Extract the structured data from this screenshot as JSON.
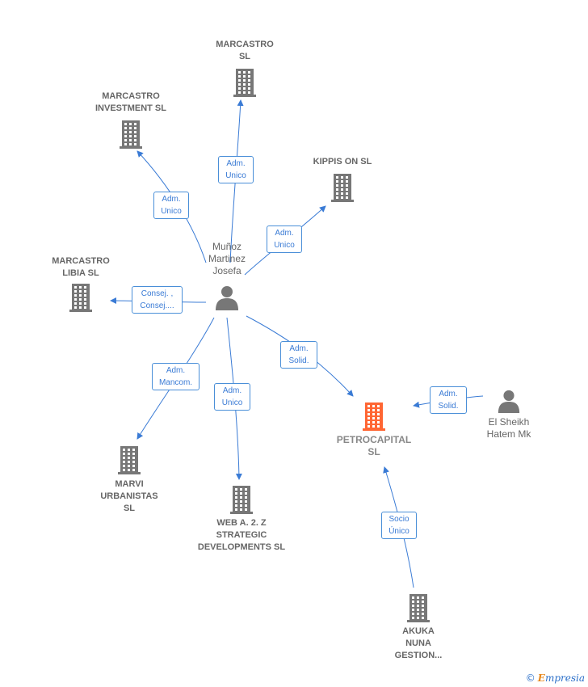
{
  "colors": {
    "edge": "#3a7bd5",
    "building": "#777777",
    "main_building": "#ff6633",
    "person": "#777777"
  },
  "center_person": {
    "label": "Muñoz\nMartinez\nJosefa",
    "icon": "person-icon"
  },
  "companies": [
    {
      "id": "marcastro-sl",
      "label": "MARCASTRO\nSL",
      "icon": "building-icon"
    },
    {
      "id": "marcastro-investment",
      "label": "MARCASTRO\nINVESTMENT SL",
      "icon": "building-icon"
    },
    {
      "id": "kippis-on",
      "label": "KIPPIS ON SL",
      "icon": "building-icon"
    },
    {
      "id": "marcastro-libia",
      "label": "MARCASTRO\nLIBIA SL",
      "icon": "building-icon"
    },
    {
      "id": "marvi",
      "label": "MARVI\nURBANISTAS\nSL",
      "icon": "building-icon"
    },
    {
      "id": "web-a2z",
      "label": "WEB A.  2. Z\nSTRATEGIC\nDEVELOPMENTS SL",
      "icon": "building-icon"
    },
    {
      "id": "petrocapital",
      "label": "PETROCAPITAL\nSL",
      "icon": "building-icon"
    },
    {
      "id": "akuka",
      "label": "AKUKA\nNUNA\nGESTION...",
      "icon": "building-icon"
    }
  ],
  "other_person": {
    "label": "El Sheikh\nHatem Mk",
    "icon": "person-icon"
  },
  "relations": [
    {
      "id": "r-marcastro-sl",
      "label": "Adm.\nUnico"
    },
    {
      "id": "r-marcastro-inv",
      "label": "Adm.\nUnico"
    },
    {
      "id": "r-kippis",
      "label": "Adm.\nUnico"
    },
    {
      "id": "r-libia",
      "label": "Consej. ,\nConsej...."
    },
    {
      "id": "r-marvi",
      "label": "Adm.\nMancom."
    },
    {
      "id": "r-web",
      "label": "Adm.\nUnico"
    },
    {
      "id": "r-petro",
      "label": "Adm.\nSolid."
    },
    {
      "id": "r-sheikh",
      "label": "Adm.\nSolid."
    },
    {
      "id": "r-akuka",
      "label": "Socio\nÚnico"
    }
  ],
  "brand": {
    "copyright": "©",
    "name_first": "E",
    "name_rest": "mpresia"
  }
}
